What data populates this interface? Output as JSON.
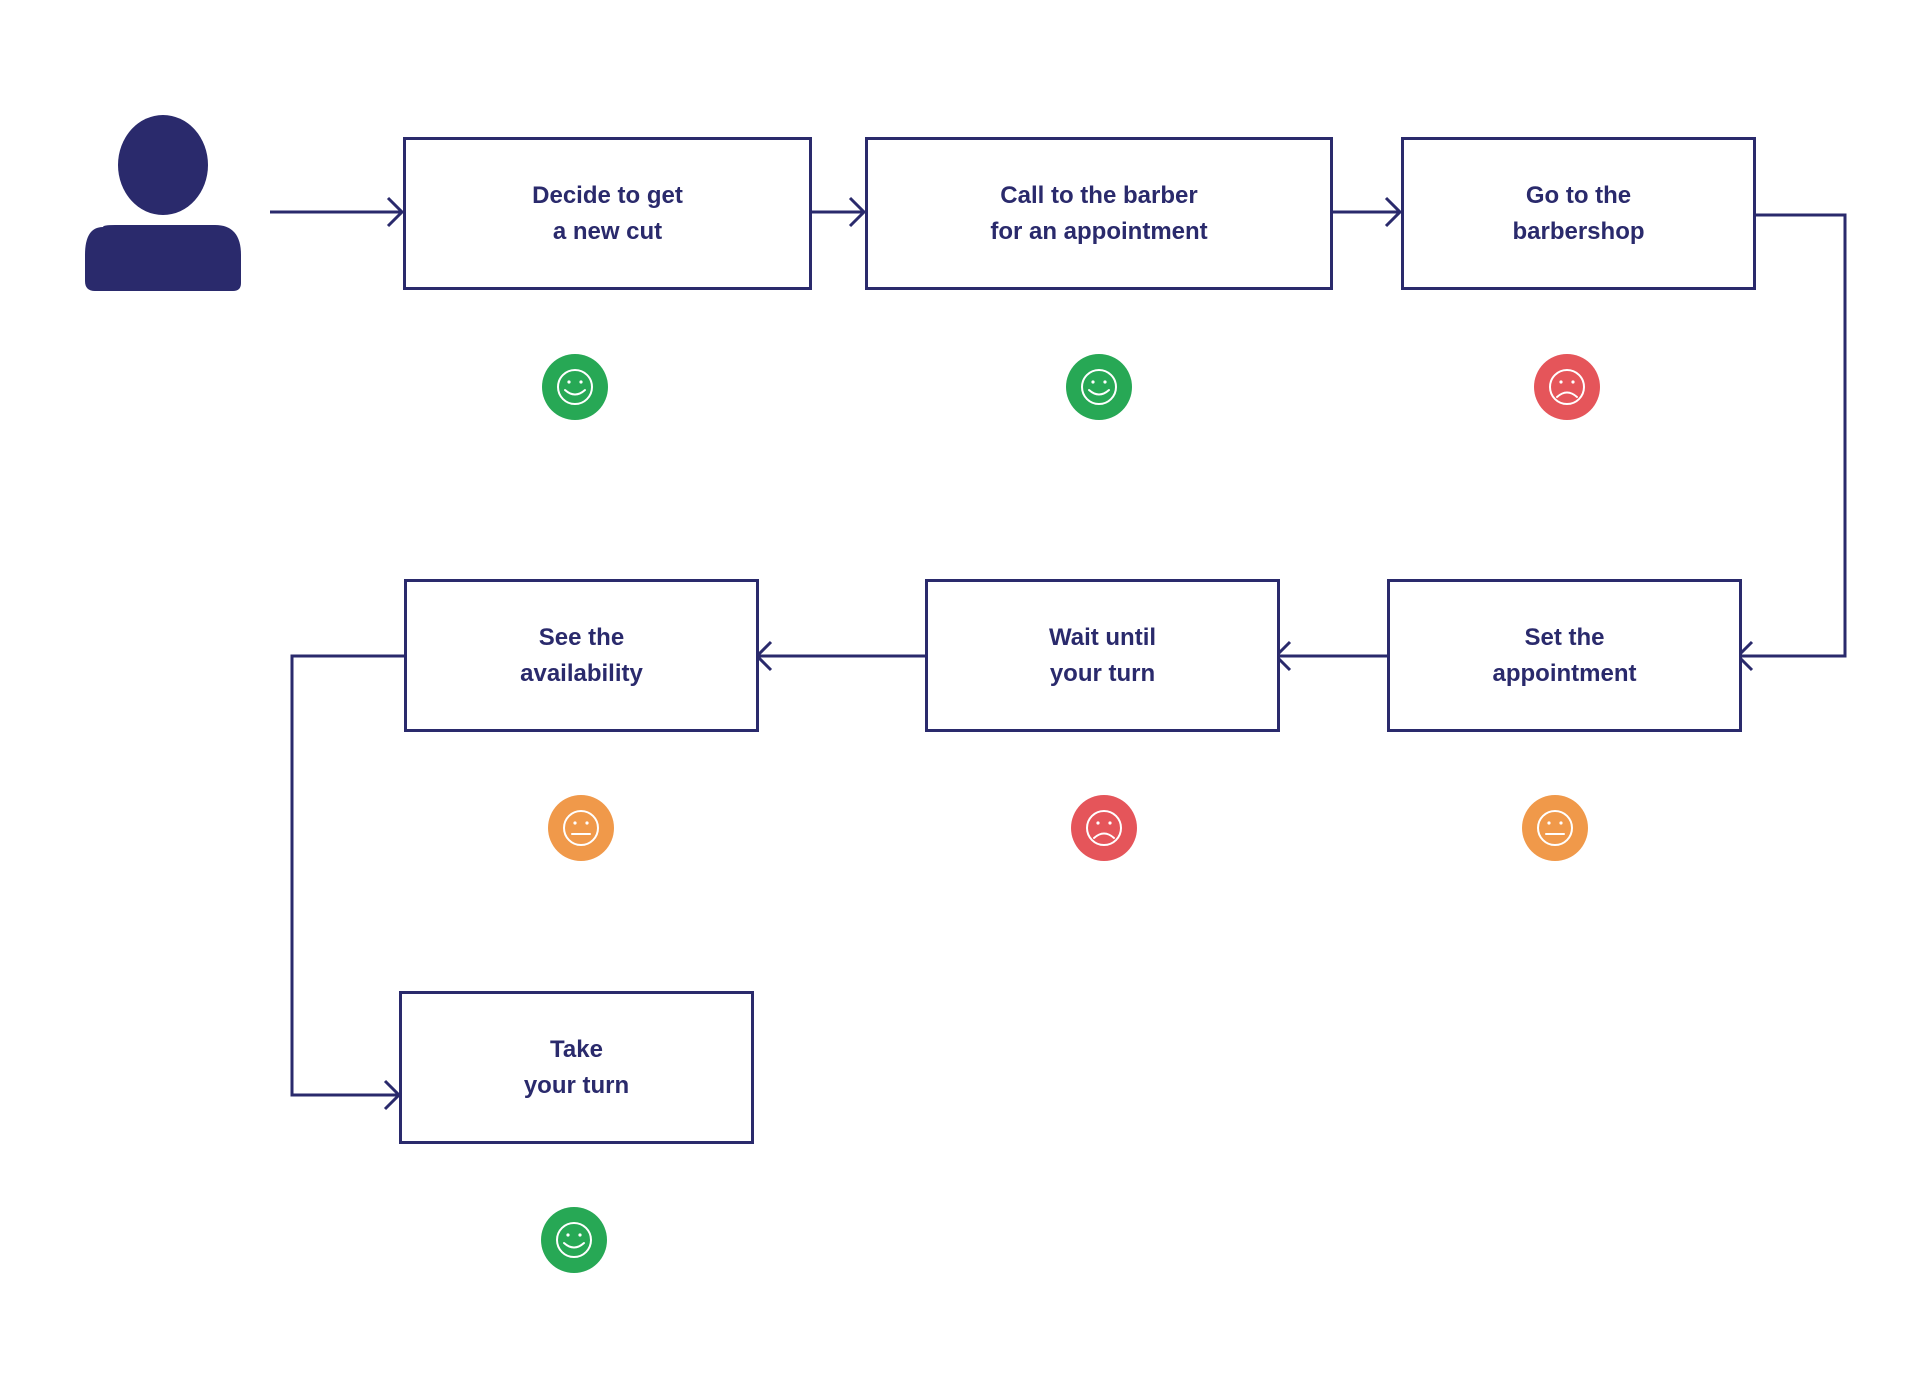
{
  "colors": {
    "ink": "#2a2a6c",
    "happy": "#27a855",
    "sad": "#e5555a",
    "neutral": "#f0994a",
    "background": "#ffffff"
  },
  "actor": {
    "icon": "person-icon"
  },
  "steps": [
    {
      "id": "decide",
      "label": "Decide to get\na new cut",
      "mood": "happy"
    },
    {
      "id": "call",
      "label": "Call to the barber\nfor an appointment",
      "mood": "happy"
    },
    {
      "id": "go",
      "label": "Go to the\nbarbershop",
      "mood": "sad"
    },
    {
      "id": "set",
      "label": "Set the\nappointment",
      "mood": "neutral"
    },
    {
      "id": "wait",
      "label": "Wait until\nyour turn",
      "mood": "sad"
    },
    {
      "id": "see",
      "label": "See the\navailability",
      "mood": "neutral"
    },
    {
      "id": "take",
      "label": "Take\nyour turn",
      "mood": "happy"
    }
  ],
  "flow": [
    [
      "actor",
      "decide"
    ],
    [
      "decide",
      "call"
    ],
    [
      "call",
      "go"
    ],
    [
      "go",
      "set"
    ],
    [
      "set",
      "wait"
    ],
    [
      "wait",
      "see"
    ],
    [
      "see",
      "take"
    ]
  ]
}
